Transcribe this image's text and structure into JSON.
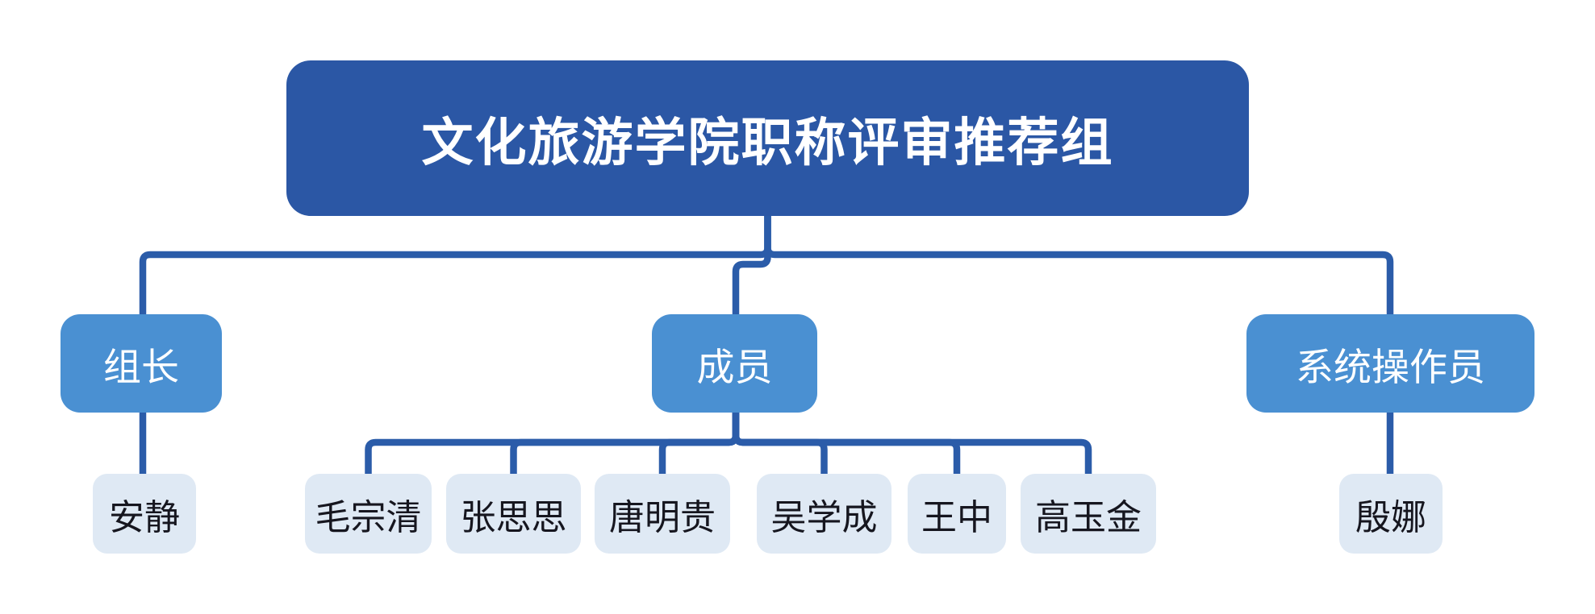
{
  "diagram": {
    "title": "文化旅游学院职称评审推荐组",
    "root": {
      "label": "文化旅游学院职称评审推荐组"
    },
    "groups": [
      {
        "label": "组长",
        "children": [
          {
            "label": "安静"
          }
        ]
      },
      {
        "label": "成员",
        "children": [
          {
            "label": "毛宗清"
          },
          {
            "label": "张思思"
          },
          {
            "label": "唐明贵"
          },
          {
            "label": "吴学成"
          },
          {
            "label": "王中"
          },
          {
            "label": "高玉金"
          }
        ]
      },
      {
        "label": "系统操作员",
        "children": [
          {
            "label": "殷娜"
          }
        ]
      }
    ],
    "colors": {
      "root_fill": "#2b57a5",
      "group_fill": "#4a90d2",
      "leaf_fill": "#dfe9f4",
      "connector": "#2b5ca9",
      "root_text": "#ffffff",
      "group_text": "#ffffff",
      "leaf_text": "#16161f"
    }
  }
}
